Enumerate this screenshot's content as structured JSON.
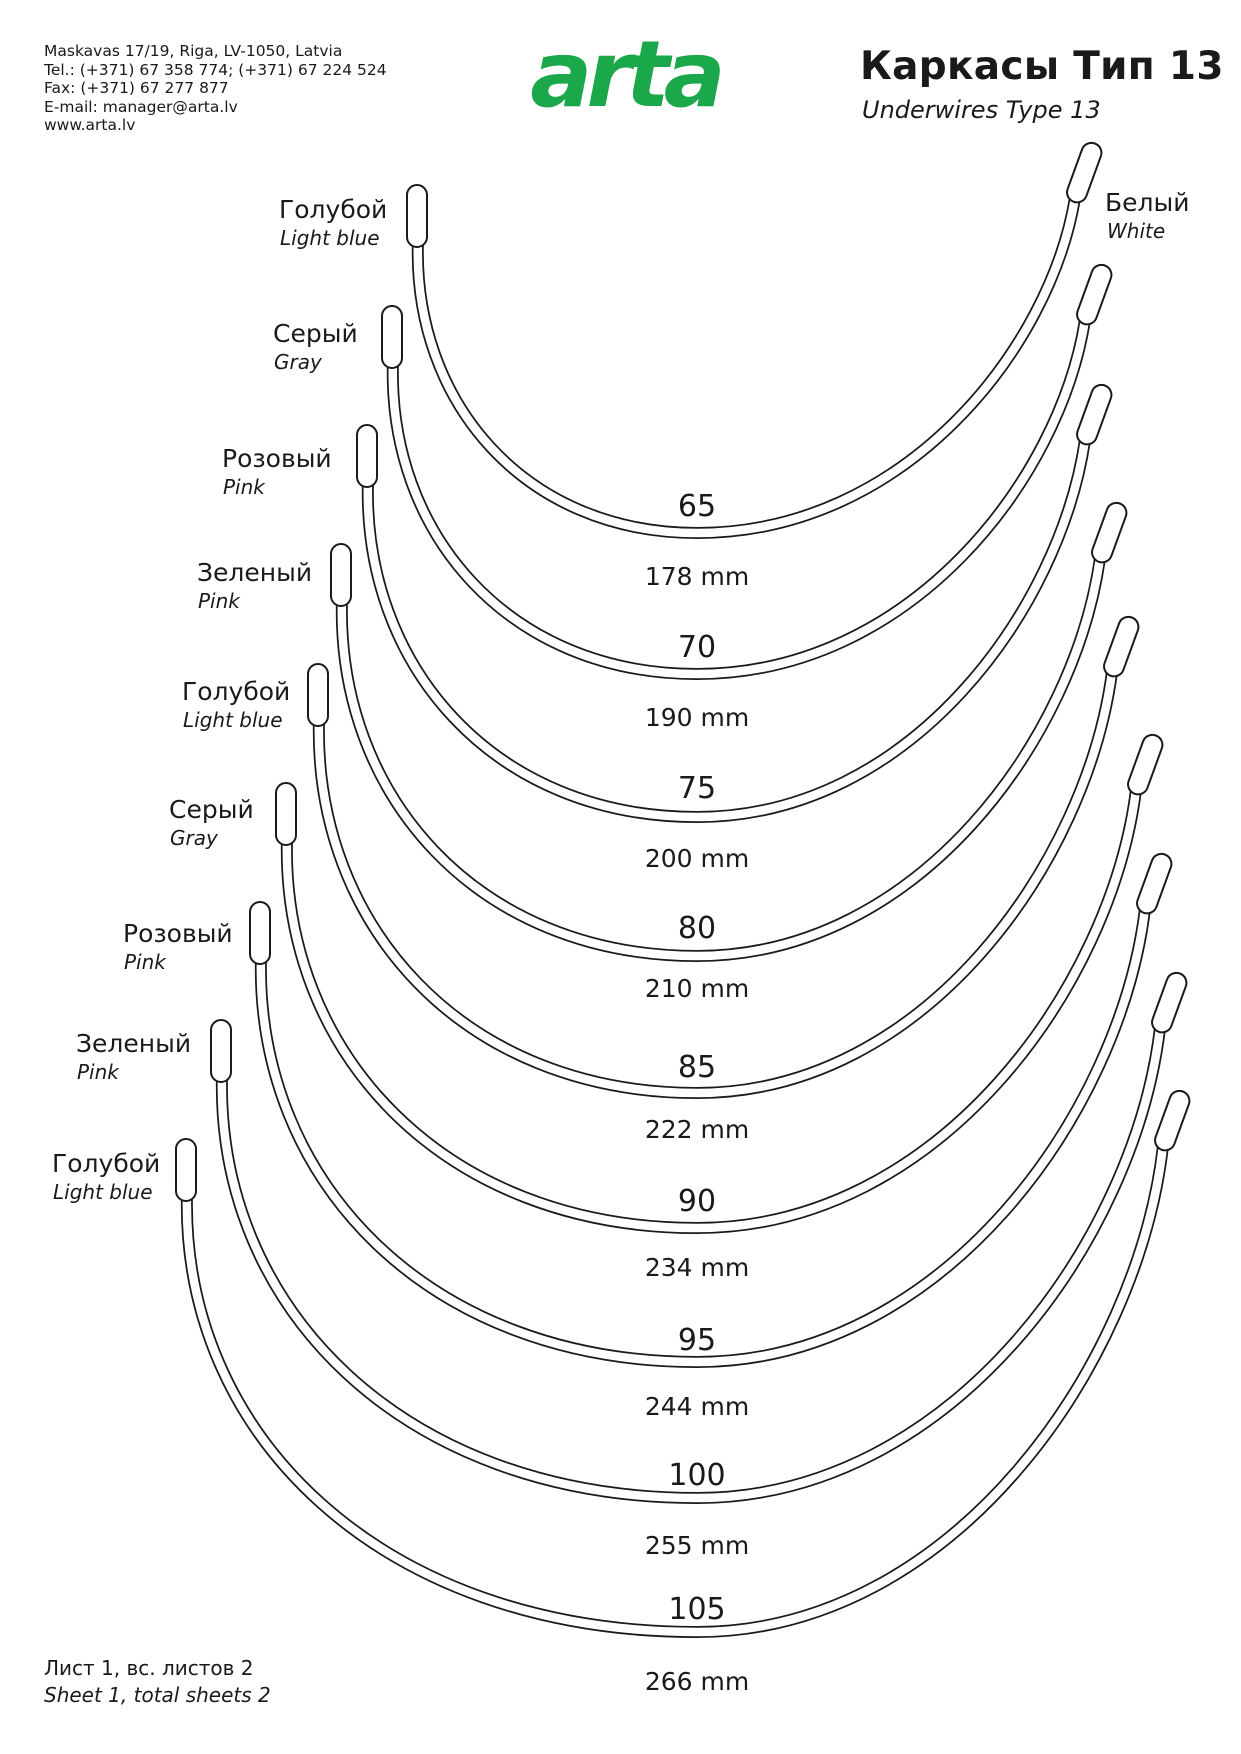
{
  "contact": {
    "address": "Maskavas 17/19, Riga, LV-1050, Latvia",
    "tel": "Tel.: (+371) 67 358 774; (+371) 67 224 524",
    "fax": "Fax: (+371) 67 277 877",
    "email": "E-mail: manager@arta.lv",
    "web": "www.arta.lv"
  },
  "logo": {
    "text": "arta",
    "color": "#1aa84a"
  },
  "title": {
    "ru": "Каркасы Тип 13",
    "en": "Underwires Type 13"
  },
  "white_label": {
    "ru": "Белый",
    "en": "White"
  },
  "wires": [
    {
      "size": "65",
      "length": "178 mm",
      "color_ru": "Голубой",
      "color_en": "Light blue"
    },
    {
      "size": "70",
      "length": "190 mm",
      "color_ru": "Серый",
      "color_en": "Gray"
    },
    {
      "size": "75",
      "length": "200 mm",
      "color_ru": "Розовый",
      "color_en": "Pink"
    },
    {
      "size": "80",
      "length": "210 mm",
      "color_ru": "Зеленый",
      "color_en": "Pink"
    },
    {
      "size": "85",
      "length": "222 mm",
      "color_ru": "Голубой",
      "color_en": "Light blue"
    },
    {
      "size": "90",
      "length": "234 mm",
      "color_ru": "Серый",
      "color_en": "Gray"
    },
    {
      "size": "95",
      "length": "244 mm",
      "color_ru": "Розовый",
      "color_en": "Pink"
    },
    {
      "size": "100",
      "length": "255 mm",
      "color_ru": "Зеленый",
      "color_en": "Pink"
    },
    {
      "size": "105",
      "length": "266 mm",
      "color_ru": "Голубой",
      "color_en": "Light blue"
    }
  ],
  "sheet": {
    "ru": "Лист 1, вс. листов 2",
    "en": "Sheet 1, total sheets 2"
  }
}
